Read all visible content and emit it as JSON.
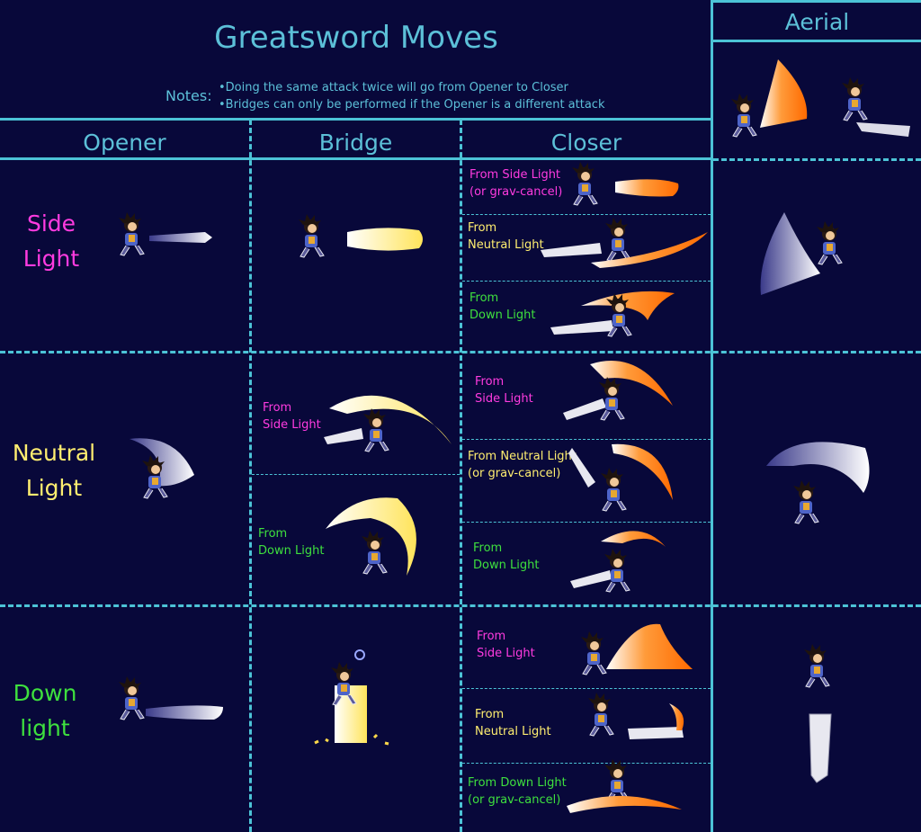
{
  "title": "Greatsword Moves",
  "notes": {
    "label": "Notes:",
    "items": [
      "•Doing the same attack twice will go from Opener to Closer",
      "•Bridges can only be performed if the Opener is a different attack"
    ]
  },
  "aerial_header": "Aerial",
  "columns": [
    "Opener",
    "Bridge",
    "Closer"
  ],
  "rows": [
    {
      "label_line1": "Side",
      "label_line2": "Light",
      "color": "#ff3be0",
      "bridges": [],
      "closers": [
        {
          "line1": "From Side Light",
          "line2": "(or grav-cancel)",
          "color": "#ff3be0"
        },
        {
          "line1": "From",
          "line2": "Neutral Light",
          "color": "#ffee70"
        },
        {
          "line1": "From",
          "line2": "Down Light",
          "color": "#3ee03e"
        }
      ]
    },
    {
      "label_line1": "Neutral",
      "label_line2": "Light",
      "color": "#ffee70",
      "bridges": [
        {
          "line1": "From",
          "line2": "Side Light",
          "color": "#ff3be0"
        },
        {
          "line1": "From",
          "line2": "Down Light",
          "color": "#3ee03e"
        }
      ],
      "closers": [
        {
          "line1": "From",
          "line2": "Side Light",
          "color": "#ff3be0"
        },
        {
          "line1": "From Neutral Light",
          "line2": "(or grav-cancel)",
          "color": "#ffee70"
        },
        {
          "line1": "From",
          "line2": "Down Light",
          "color": "#3ee03e"
        }
      ]
    },
    {
      "label_line1": "Down",
      "label_line2": "light",
      "color": "#3ee03e",
      "bridges": [],
      "closers": [
        {
          "line1": "From",
          "line2": "Side Light",
          "color": "#ff3be0"
        },
        {
          "line1": "From",
          "line2": "Neutral Light",
          "color": "#ffee70"
        },
        {
          "line1": "From Down Light",
          "line2": "(or grav-cancel)",
          "color": "#3ee03e"
        }
      ]
    }
  ],
  "colors": {
    "grid": "#4cc3d6",
    "background": "#08083a",
    "side_light": "#ff3be0",
    "neutral_light": "#ffee70",
    "down_light": "#3ee03e",
    "slash_orange": "#ff8a1e",
    "slash_white": "#f2f2ff",
    "slash_yellow": "#fff3a0"
  }
}
